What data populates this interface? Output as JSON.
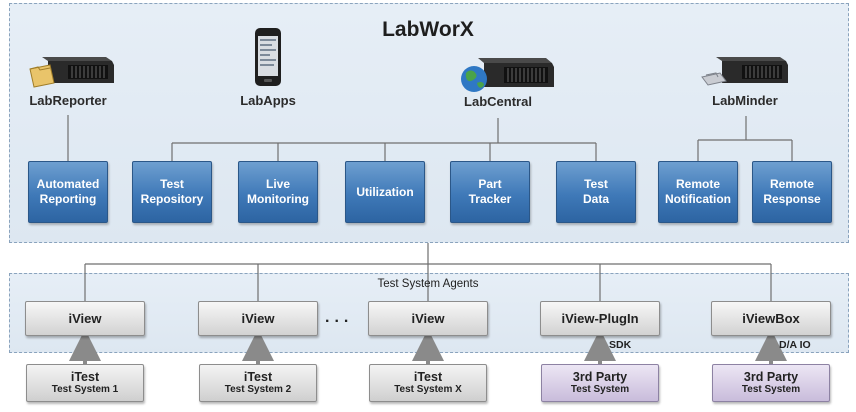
{
  "title": "LabWorX",
  "products": {
    "reporter": "LabReporter",
    "apps": "LabApps",
    "central": "LabCentral",
    "minder": "LabMinder"
  },
  "modules": [
    "Automated\nReporting",
    "Test\nRepository",
    "Live\nMonitoring",
    "Utilization",
    "Part\nTracker",
    "Test\nData",
    "Remote\nNotification",
    "Remote\nResponse"
  ],
  "agents_title": "Test System Agents",
  "agents": [
    "iView",
    "iView",
    "iView",
    "iView-PlugIn",
    "iViewBox"
  ],
  "ellipsis": "...",
  "systems": [
    {
      "name": "iTest",
      "sub": "Test System 1"
    },
    {
      "name": "iTest",
      "sub": "Test System 2"
    },
    {
      "name": "iTest",
      "sub": "Test System X"
    },
    {
      "name": "3rd Party",
      "sub": "Test System"
    },
    {
      "name": "3rd Party",
      "sub": "Test System"
    }
  ],
  "connector_labels": {
    "sdk": "SDK",
    "daio": "D/A IO"
  },
  "colors": {
    "module_blue": "#3f79b8",
    "panel_bg": "#e2ebf4",
    "third_party_purple": "#c9bcdb"
  },
  "icons": [
    "server-with-folder-icon",
    "smartphone-icon",
    "server-with-globe-icon",
    "server-with-keyboard-icon"
  ]
}
